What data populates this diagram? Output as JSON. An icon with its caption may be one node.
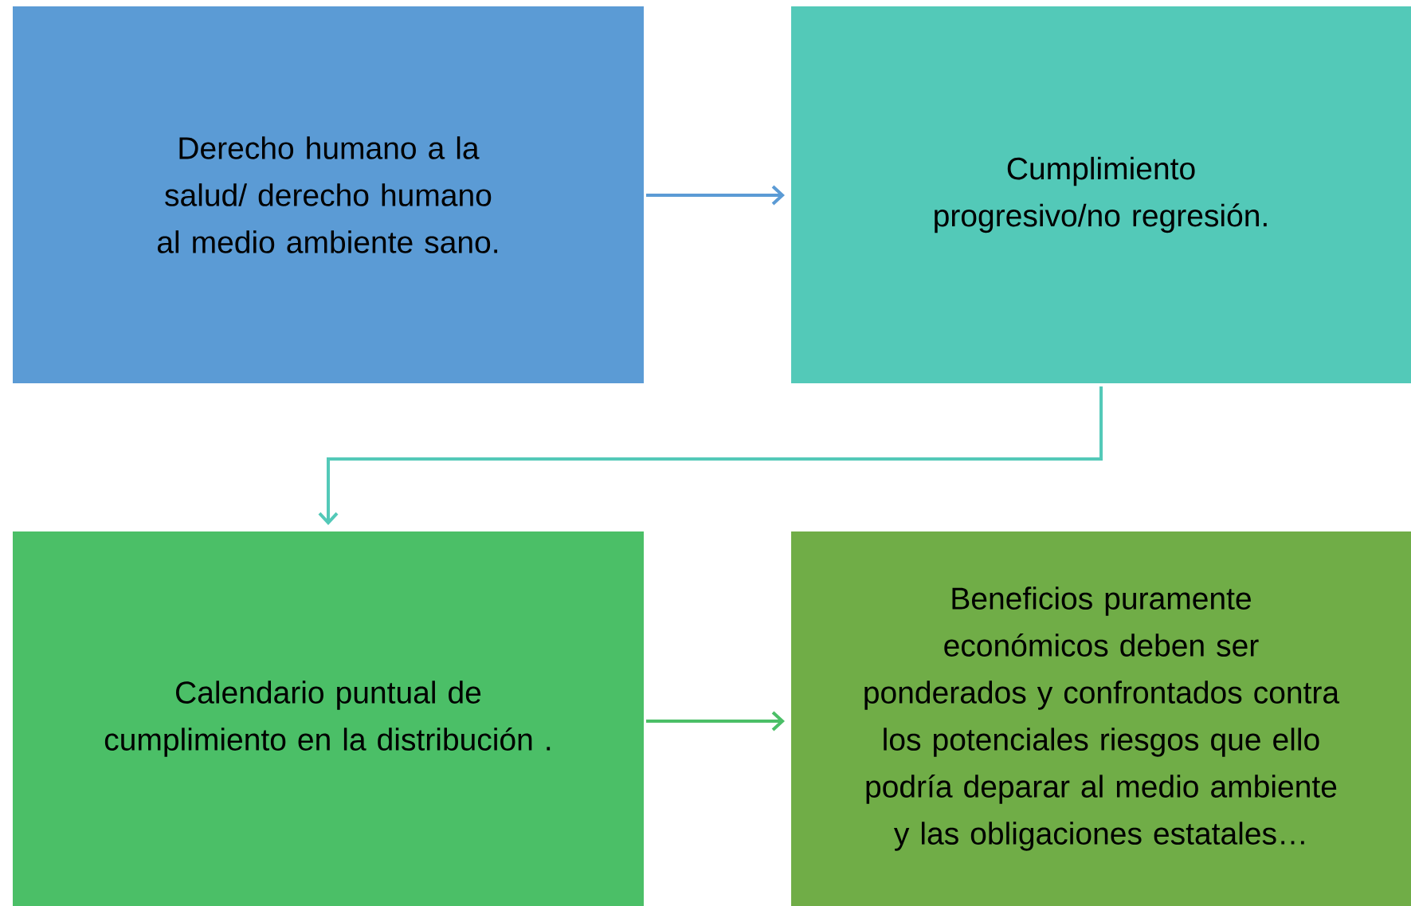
{
  "diagram": {
    "nodes": [
      {
        "text": [
          "Derecho humano a la salud/ derecho humano al medio ambiente sano."
        ]
      },
      {
        "text": [
          "Cumplimiento progresivo/no regresión."
        ]
      },
      {
        "text": [
          "Calendario puntual de cumplimiento en la distribución ."
        ]
      },
      {
        "text": [
          "Beneficios puramente económicos deben ser ponderados y confrontados contra los potenciales riesgos que ello podría deparar al medio ambiente y las obligaciones estatales…"
        ]
      }
    ],
    "edges": [
      {
        "from": 0,
        "to": 1,
        "arrow": "to",
        "color": "#5b9bd5"
      },
      {
        "from": 1,
        "to": 2,
        "arrow": "to",
        "color": "#53c9b8"
      },
      {
        "from": 2,
        "to": 3,
        "arrow": "to",
        "color": "#4bbf67"
      }
    ]
  }
}
